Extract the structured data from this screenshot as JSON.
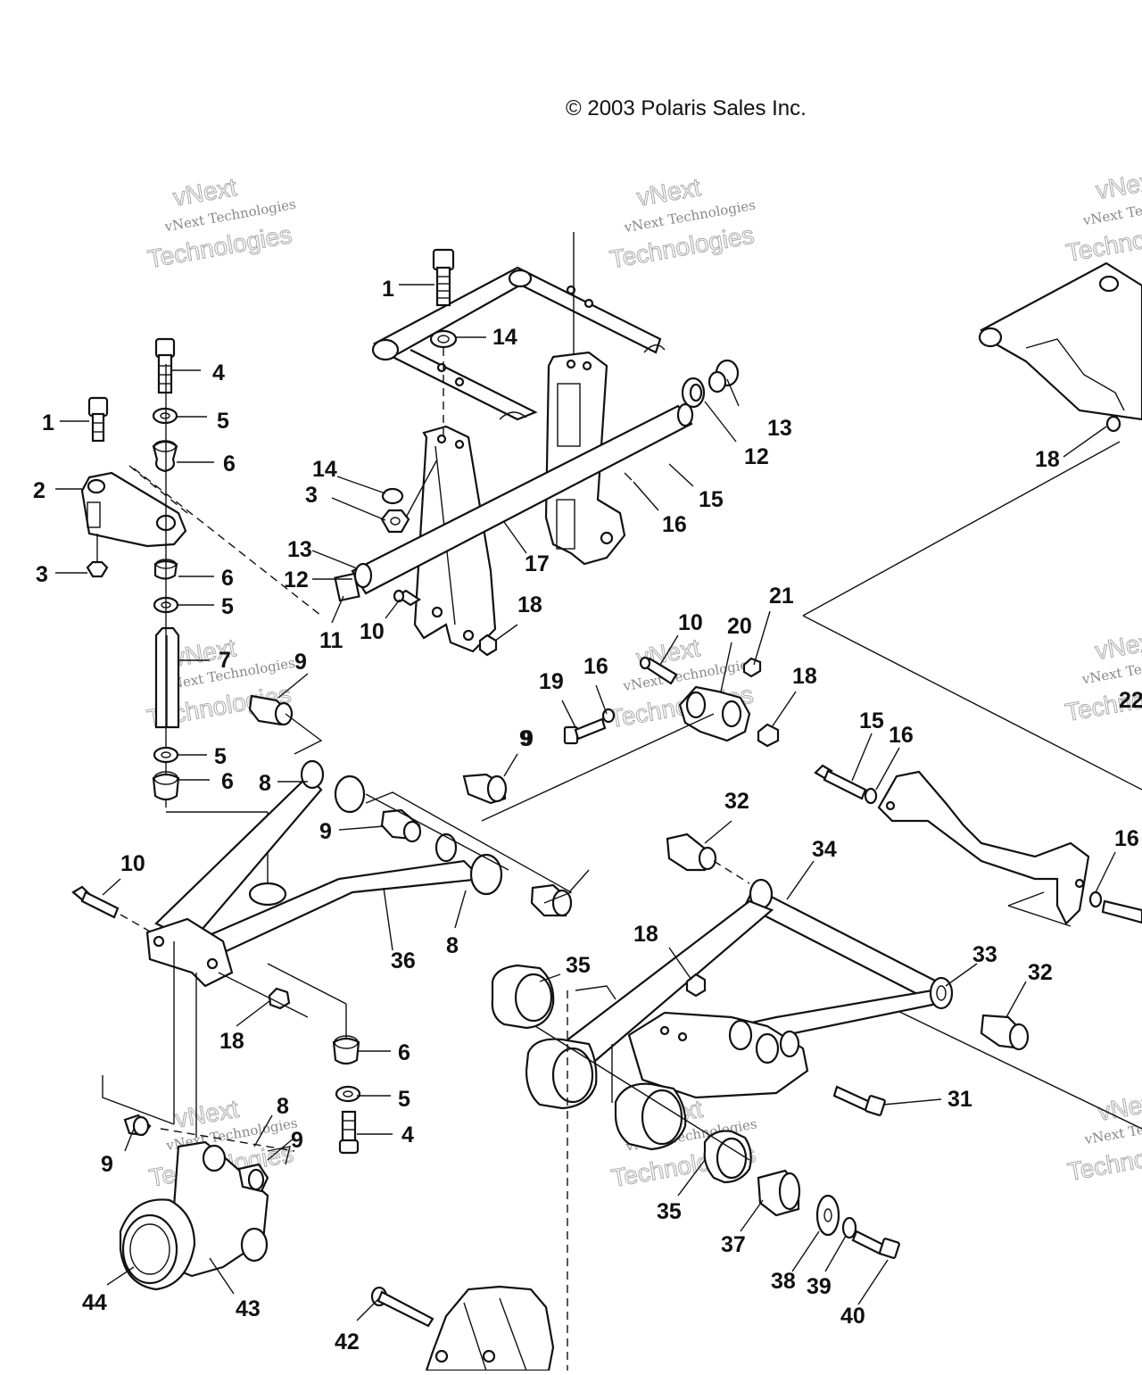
{
  "copyright": "© 2003 Polaris Sales Inc.",
  "watermark": {
    "brand": "vNext",
    "line1": "vNext Technologies",
    "line2": "Technologies"
  },
  "callouts": [
    "1",
    "14",
    "4",
    "5",
    "6",
    "1",
    "2",
    "3",
    "6",
    "5",
    "7",
    "9",
    "5",
    "6",
    "8",
    "10",
    "36",
    "8",
    "9",
    "9",
    "18",
    "6",
    "5",
    "4",
    "8",
    "9",
    "9",
    "44",
    "43",
    "42",
    "13",
    "12",
    "14",
    "3",
    "13",
    "12",
    "11",
    "10",
    "17",
    "18",
    "15",
    "16",
    "10",
    "20",
    "21",
    "19",
    "16",
    "9",
    "18",
    "18",
    "15",
    "16",
    "32",
    "34",
    "16",
    "18",
    "35",
    "33",
    "32",
    "31",
    "35",
    "37",
    "38",
    "39",
    "40",
    "22"
  ]
}
